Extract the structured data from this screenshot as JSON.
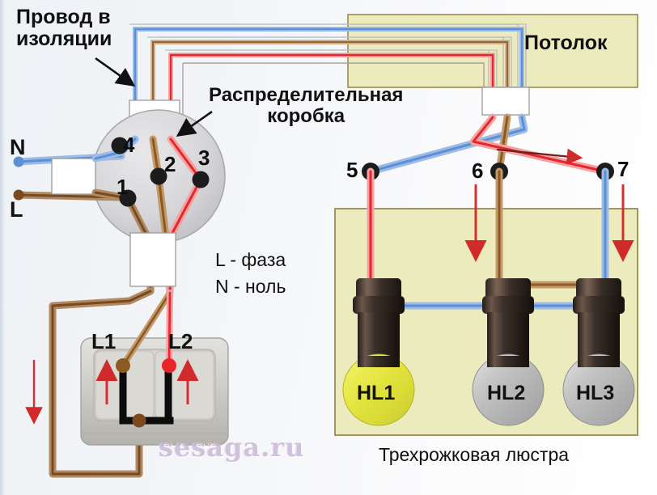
{
  "diagram": {
    "title_watermark": "sesaga.ru",
    "labels": {
      "wire_insulation": "Провод в\nизоляции",
      "junction_box": "Распределительная\nкоробка",
      "ceiling": "Потолок",
      "legend": "L - фаза\nN - ноль",
      "chandelier": "Трехрожковая люстра",
      "supply_neutral": "N",
      "supply_phase": "L",
      "switch_key_1": "L1",
      "switch_key_2": "L2"
    },
    "junction_terminals": [
      {
        "id": "1",
        "label": "1",
        "wire_color": "#7a4a1e",
        "role": "phase-in"
      },
      {
        "id": "2",
        "label": "2",
        "wire_color": "#8a5a22",
        "role": "phase-to-lamps"
      },
      {
        "id": "3",
        "label": "3",
        "wire_color": "#e8252a",
        "role": "switched-line-2"
      },
      {
        "id": "4",
        "label": "4",
        "wire_color": "#5b8fd6",
        "role": "neutral"
      }
    ],
    "ceiling_terminals": [
      {
        "id": "5",
        "label": "5",
        "wire_color": "#5b8fd6",
        "role": "neutral"
      },
      {
        "id": "6",
        "label": "6",
        "wire_color": "#8a5a22",
        "role": "phase-group-1"
      },
      {
        "id": "7",
        "label": "7",
        "wire_color": "#e8252a",
        "role": "phase-group-2"
      }
    ],
    "lamps": [
      {
        "id": "HL1",
        "label": "HL1",
        "state": "on",
        "glass_color": "#e8e84b"
      },
      {
        "id": "HL2",
        "label": "HL2",
        "state": "off",
        "glass_color": "#b9b9b9"
      },
      {
        "id": "HL3",
        "label": "HL3",
        "state": "off",
        "glass_color": "#b9b9b9"
      }
    ],
    "colors": {
      "phase_brown": "#7a4a1e",
      "phase_brown_light": "#9a6630",
      "neutral_blue": "#5b8fd6",
      "switched_red": "#e8252a",
      "ceiling_fill": "#ecebbe",
      "ceiling_stroke": "#9a8a4a",
      "arrow_red": "#d83030",
      "terminal_dot": "#1c1c1c",
      "switch_body": "#c9c7c2",
      "lamp_base": "#2b241f"
    }
  }
}
